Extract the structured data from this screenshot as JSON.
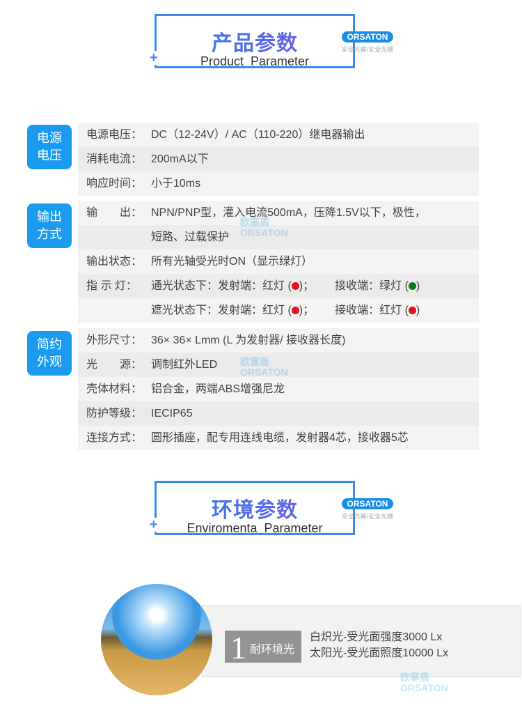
{
  "header1": {
    "title_cn": "产品参数",
    "title_en": "Product  Parameter"
  },
  "header2": {
    "title_cn": "环境参数",
    "title_en": "Enviromenta  Parameter"
  },
  "brand": {
    "name": "ORSATON",
    "subtitle": "安全光幕/安全光栅"
  },
  "watermark": {
    "cn": "欧塞盾",
    "en": "ORSATON"
  },
  "sections": [
    {
      "tag": [
        "电源",
        "电压"
      ],
      "rows": [
        {
          "label": "电源电压：",
          "value": "DC（12-24V）/ AC（110-220）继电器输出"
        },
        {
          "label": "消耗电流：",
          "value": "200mA以下"
        },
        {
          "label": "响应时间：",
          "value": "小于10ms"
        }
      ]
    },
    {
      "tag": [
        "输出",
        "方式"
      ],
      "rows": [
        {
          "label": "输　　出：",
          "value": "NPN/PNP型，灌入电流500mA，压降1.5V以下，极性，"
        },
        {
          "label": "",
          "value": "短路、过载保护"
        },
        {
          "label": "输出状态：",
          "value": "所有光轴受光时ON（显示绿灯）"
        },
        {
          "label": "指  示 灯：",
          "value": "通光状态下：发射端：红灯 (",
          "value2": ")；",
          "value3": "接收端：绿灯 (",
          "value4": ")"
        },
        {
          "label": "",
          "value": "遮光状态下：发射端：红灯 (",
          "value2": ")；",
          "value3": "接收端：红灯 (",
          "value4": ")"
        }
      ]
    },
    {
      "tag": [
        "简约",
        "外观"
      ],
      "rows": [
        {
          "label": "外形尺寸：",
          "value": "36× 36× Lmm (L 为发射器/ 接收器长度)"
        },
        {
          "label": "光　　源：",
          "value": "调制红外LED"
        },
        {
          "label": "壳体材料：",
          "value": "铝合金，两端ABS增强尼龙"
        },
        {
          "label": "防护等级：",
          "value": "IECIP65"
        },
        {
          "label": "连接方式：",
          "value": "圆形插座，配专用连线电缆，发射器4芯，接收器5芯"
        }
      ]
    }
  ],
  "colors": {
    "red": "#e0141e",
    "green": "#0a7a1e",
    "accent": "#1a9bf0"
  },
  "env": {
    "number": "1",
    "title": "耐环境光",
    "lines": [
      "白炽光-受光面强度3000 Lx",
      "太阳光-受光面照度10000 Lx"
    ]
  }
}
